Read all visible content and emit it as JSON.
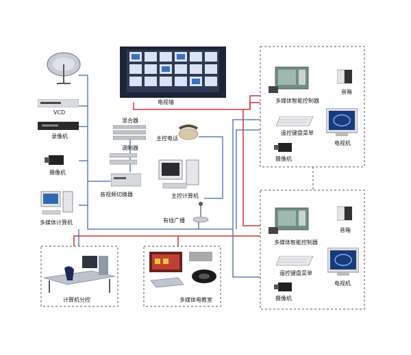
{
  "labels": {
    "video_wall": "电视墙",
    "vcd": "VCD",
    "recorder": "录像机",
    "camera_left": "摄像机",
    "mm_computer": "多媒体计算机",
    "mixer": "混合器",
    "modulator": "调制器",
    "av_matrix": "音视频切换器",
    "main_phone": "主控电话",
    "main_computer": "主控计算机",
    "broadcast": "有线广播",
    "ctrl_top": "多媒体智能控制器",
    "speaker_top": "音箱",
    "keyboard_top": "遥控键盘菜单",
    "tv_top": "电视机",
    "camera_top": "摄像机",
    "ctrl_bot": "多媒体智能控制器",
    "speaker_bot": "音箱",
    "keyboard_bot": "遥控键盘菜单",
    "tv_bot": "电视机",
    "camera_bot": "摄像机",
    "pc_station": "计算机分控",
    "classroom": "多媒体电教室"
  },
  "colors": {
    "blue_wire": "#5b7fb8",
    "red_wire": "#d03030",
    "dash_border": "#555555"
  }
}
